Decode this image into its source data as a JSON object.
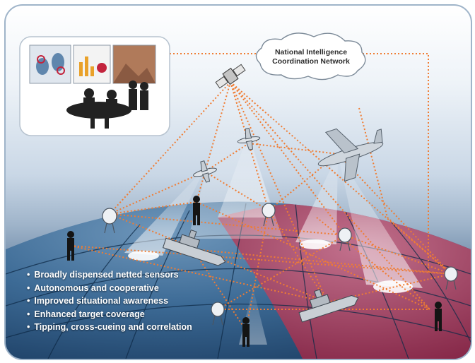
{
  "cloud": {
    "line1": "National Intelligence",
    "line2": "Coordination Network"
  },
  "bullets": [
    "Broadly dispensed netted sensors",
    "Autonomous and cooperative",
    "Improved situational awareness",
    "Enhanced target coverage",
    "Tipping, cross-cueing and correlation"
  ],
  "colors": {
    "link_line": "#f07c32",
    "globe_blue": "#2f5f8c",
    "globe_red": "#a23a5a",
    "frame_border": "#9fb4c9"
  }
}
